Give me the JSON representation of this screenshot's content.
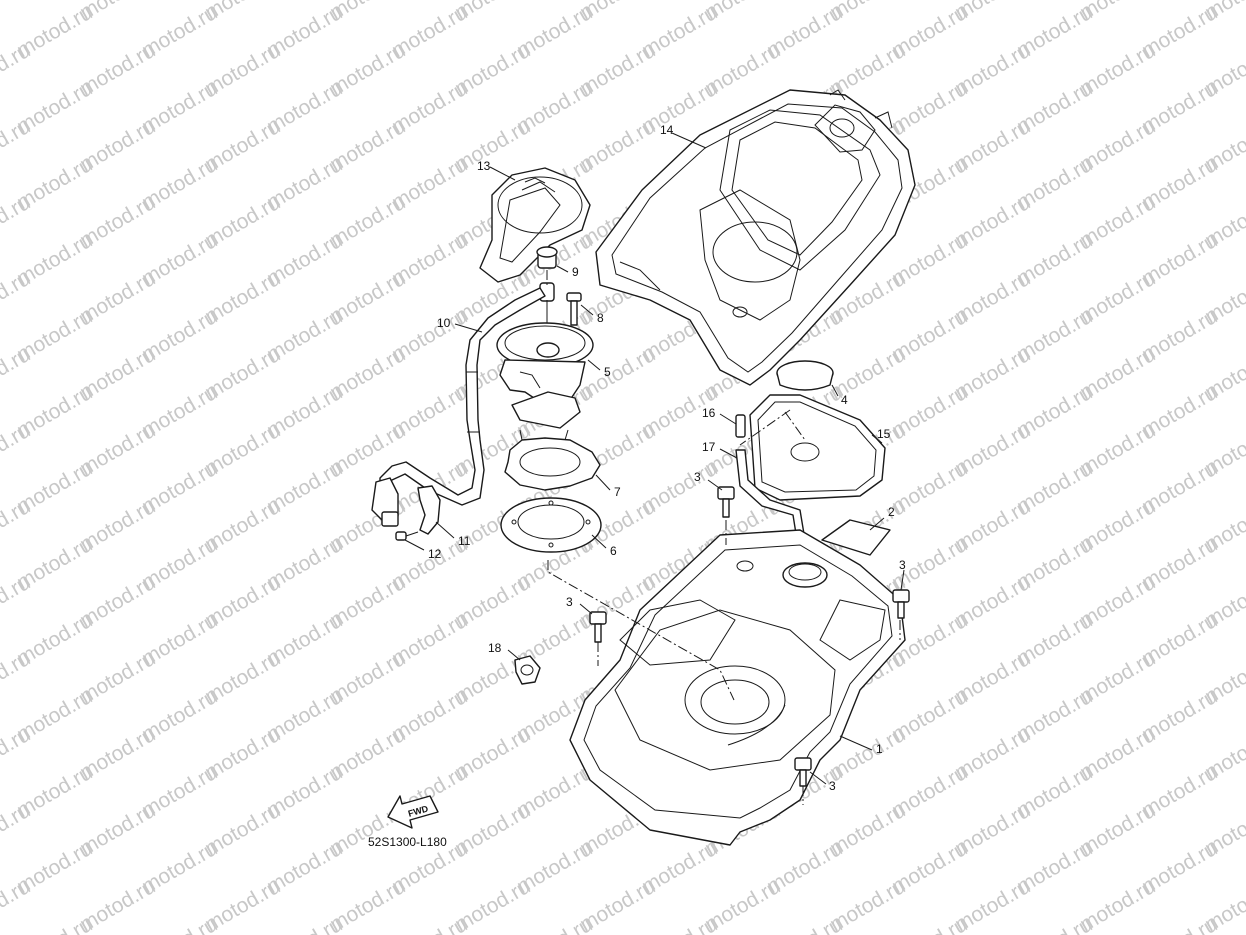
{
  "watermark": {
    "text": "motod.ru",
    "color": "#c8c8c8"
  },
  "diagram": {
    "code": "52S1300-L180",
    "fwd_label": "FWD",
    "callouts": [
      "1",
      "2",
      "3",
      "3",
      "3",
      "3",
      "4",
      "5",
      "6",
      "7",
      "8",
      "9",
      "10",
      "11",
      "12",
      "13",
      "14",
      "15",
      "16",
      "17",
      "18"
    ]
  },
  "parts": [
    {
      "name": "fuel-tank",
      "callout": "1"
    },
    {
      "name": "gasket-plate",
      "callout": "2"
    },
    {
      "name": "bolt",
      "callout": "3"
    },
    {
      "name": "grommet",
      "callout": "4"
    },
    {
      "name": "fuel-pump",
      "callout": "5"
    },
    {
      "name": "gasket-ring",
      "callout": "6"
    },
    {
      "name": "retainer-plate",
      "callout": "7"
    },
    {
      "name": "screw",
      "callout": "8"
    },
    {
      "name": "fitting",
      "callout": "9"
    },
    {
      "name": "fuel-hose",
      "callout": "10"
    },
    {
      "name": "clip-bracket",
      "callout": "11"
    },
    {
      "name": "small-bolt",
      "callout": "12"
    },
    {
      "name": "fuel-cap-cover",
      "callout": "13"
    },
    {
      "name": "tank-cover",
      "callout": "14"
    },
    {
      "name": "breather-box",
      "callout": "15"
    },
    {
      "name": "pipe",
      "callout": "16"
    },
    {
      "name": "hose",
      "callout": "17"
    },
    {
      "name": "hose-clamp",
      "callout": "18"
    }
  ]
}
